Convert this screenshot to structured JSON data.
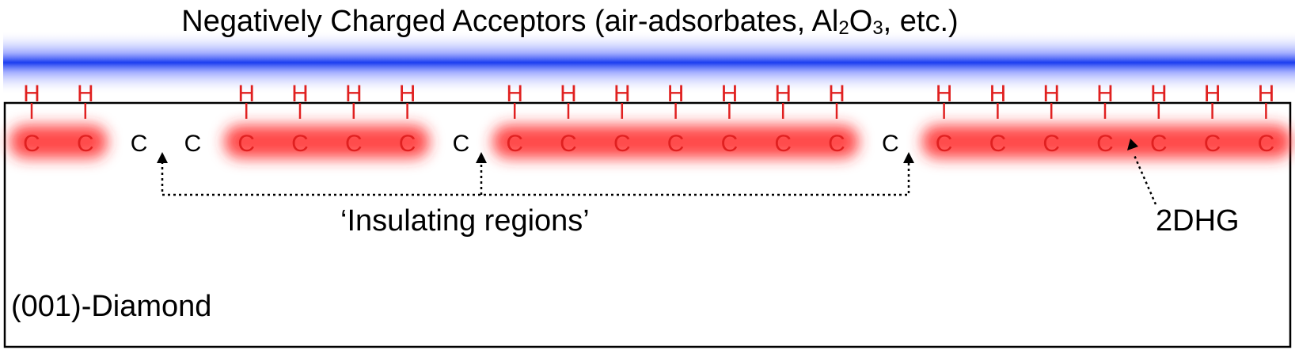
{
  "title_prefix": "Negatively Charged Acceptors (air-adsorbates, Al",
  "title_sub2": "2",
  "title_mid": "O",
  "title_sub3": "3",
  "title_suffix": ", etc.)",
  "insulating_label": "‘Insulating regions’",
  "hg_label": "2DHG",
  "substrate_label": "(001)-Diamond",
  "atom_C": "C",
  "atom_H": "H",
  "colors": {
    "acceptor_layer": "#1a3cf0",
    "hydrogen": "#e02020",
    "carbon_terminated": "#e02020",
    "carbon_bare": "#000000",
    "hole_gas": "#ff2a2a"
  },
  "sites": [
    {
      "h": true
    },
    {
      "h": true
    },
    {
      "h": false
    },
    {
      "h": false
    },
    {
      "h": true
    },
    {
      "h": true
    },
    {
      "h": true
    },
    {
      "h": true
    },
    {
      "h": false
    },
    {
      "h": true
    },
    {
      "h": true
    },
    {
      "h": true
    },
    {
      "h": true
    },
    {
      "h": true
    },
    {
      "h": true
    },
    {
      "h": true
    },
    {
      "h": false
    },
    {
      "h": true
    },
    {
      "h": true
    },
    {
      "h": true
    },
    {
      "h": true
    },
    {
      "h": true
    },
    {
      "h": true
    },
    {
      "h": true
    },
    {
      "h": true
    }
  ]
}
